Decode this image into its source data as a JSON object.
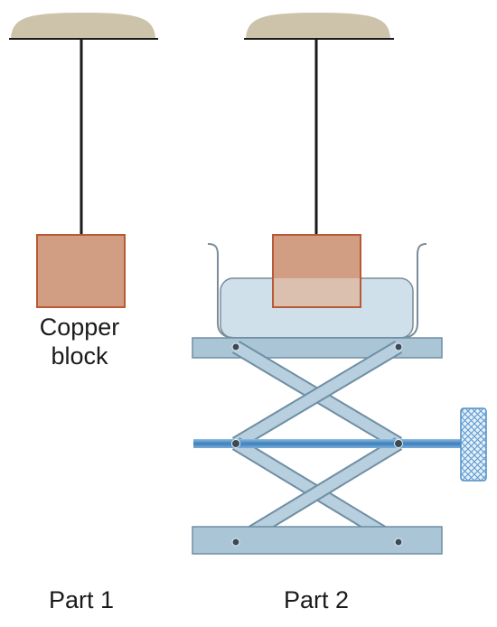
{
  "labels": {
    "block_line1": "Copper",
    "block_line2": "block",
    "part1": "Part 1",
    "part2": "Part 2"
  },
  "colors": {
    "ceiling": "#cdc3ab",
    "string": "#1a1a1a",
    "copper": "#d19e84",
    "copper_edge": "#b85a36",
    "water": "#cfe0ea",
    "beaker_edge": "#7a8c99",
    "platform": "#aac5d6",
    "platform_edge": "#6f8fa4",
    "rod": "#4f8dc4",
    "pivot": "#3c4a55"
  },
  "icons": [
    "ceiling-mount",
    "knurled-knob-icon",
    "pivot-pin-icon"
  ]
}
